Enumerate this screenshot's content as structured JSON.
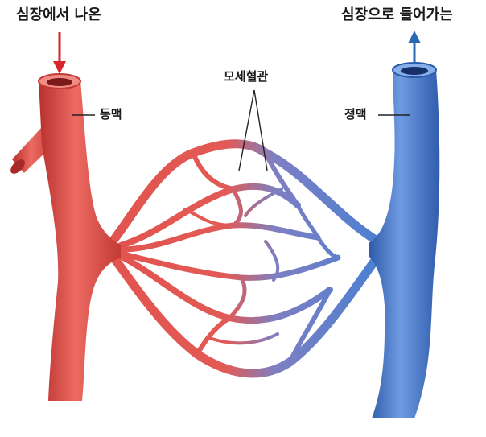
{
  "labels": {
    "from_heart": "심장에서 나온",
    "to_heart": "심장으로 들어가는",
    "artery": "동맥",
    "vein": "정맥",
    "capillaries": "모세혈관"
  },
  "colors": {
    "artery": "#e2544f",
    "artery_dark": "#b8302e",
    "vein": "#4f7fd0",
    "vein_dark": "#2d5aa8",
    "arrow_in": "#d8262e",
    "arrow_out": "#2a68b3"
  }
}
